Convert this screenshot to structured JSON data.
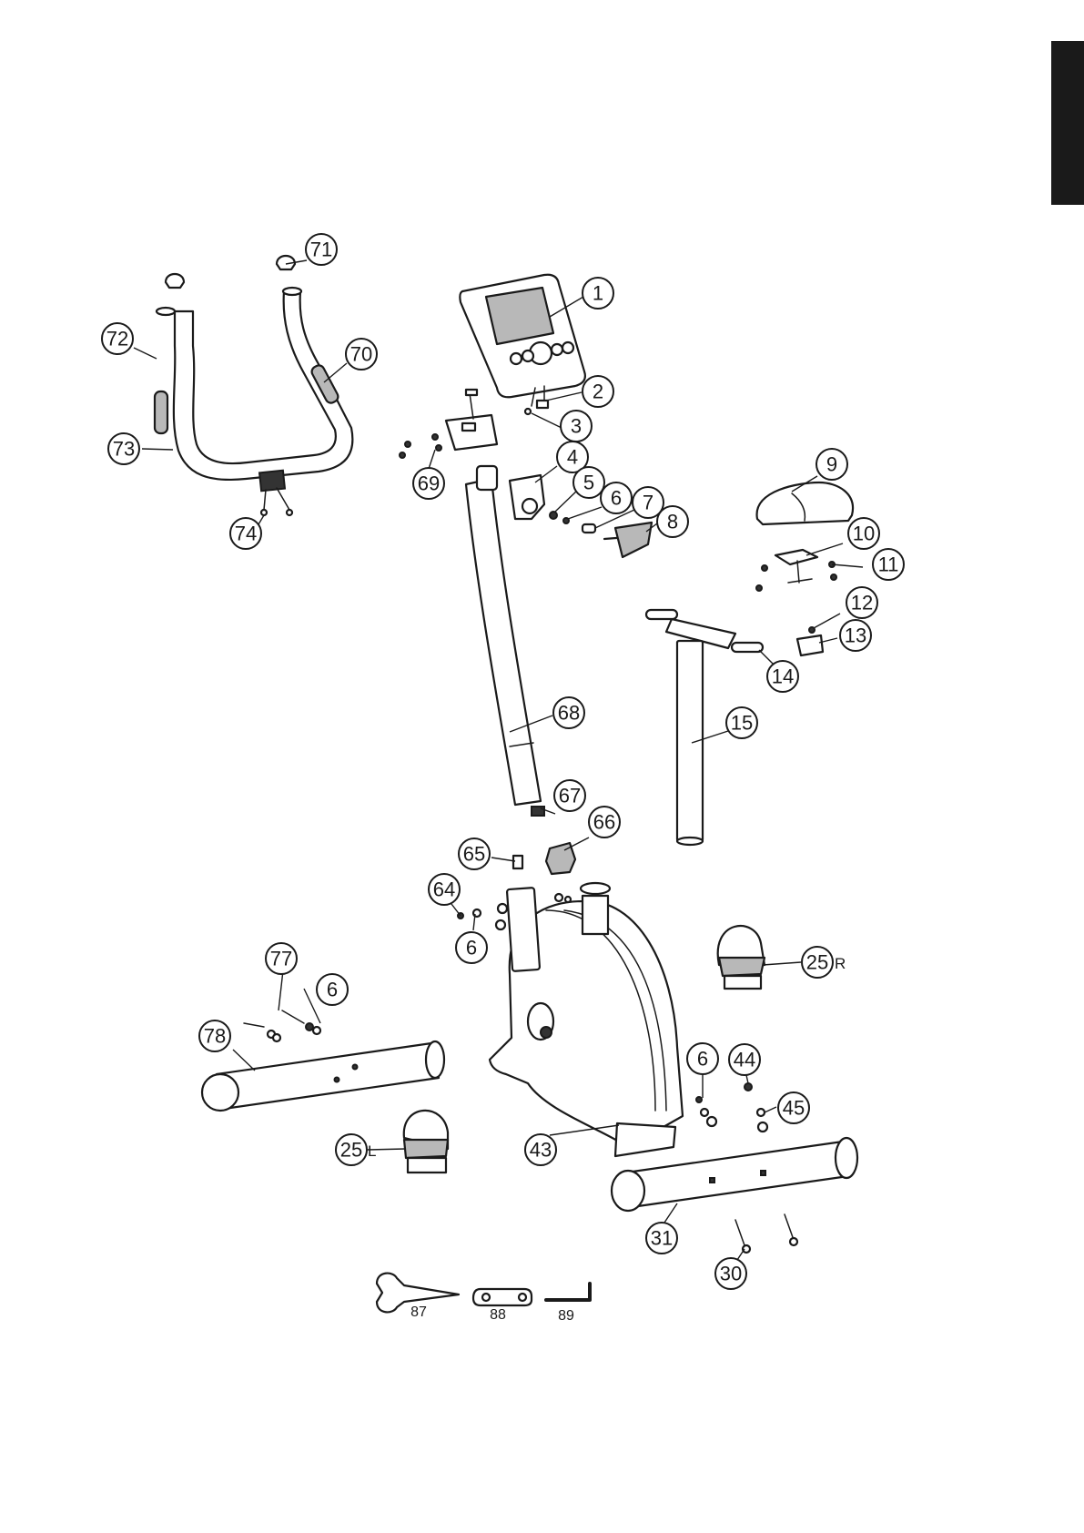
{
  "callouts": [
    {
      "id": "c1",
      "label": "1"
    },
    {
      "id": "c2",
      "label": "2"
    },
    {
      "id": "c3",
      "label": "3"
    },
    {
      "id": "c4",
      "label": "4"
    },
    {
      "id": "c5",
      "label": "5"
    },
    {
      "id": "c6a",
      "label": "6"
    },
    {
      "id": "c7",
      "label": "7"
    },
    {
      "id": "c8",
      "label": "8"
    },
    {
      "id": "c9",
      "label": "9"
    },
    {
      "id": "c10",
      "label": "10"
    },
    {
      "id": "c11",
      "label": "11"
    },
    {
      "id": "c12",
      "label": "12"
    },
    {
      "id": "c13",
      "label": "13"
    },
    {
      "id": "c14",
      "label": "14"
    },
    {
      "id": "c15",
      "label": "15"
    },
    {
      "id": "c25r",
      "label": "25"
    },
    {
      "id": "c25l",
      "label": "25"
    },
    {
      "id": "c30",
      "label": "30"
    },
    {
      "id": "c31",
      "label": "31"
    },
    {
      "id": "c43",
      "label": "43"
    },
    {
      "id": "c44",
      "label": "44"
    },
    {
      "id": "c45",
      "label": "45"
    },
    {
      "id": "c6b",
      "label": "6"
    },
    {
      "id": "c6c",
      "label": "6"
    },
    {
      "id": "c6d",
      "label": "6"
    },
    {
      "id": "c64",
      "label": "64"
    },
    {
      "id": "c65",
      "label": "65"
    },
    {
      "id": "c66",
      "label": "66"
    },
    {
      "id": "c67",
      "label": "67"
    },
    {
      "id": "c68",
      "label": "68"
    },
    {
      "id": "c69",
      "label": "69"
    },
    {
      "id": "c70",
      "label": "70"
    },
    {
      "id": "c71",
      "label": "71"
    },
    {
      "id": "c72",
      "label": "72"
    },
    {
      "id": "c73",
      "label": "73"
    },
    {
      "id": "c74",
      "label": "74"
    },
    {
      "id": "c77",
      "label": "77"
    },
    {
      "id": "c78",
      "label": "78"
    }
  ],
  "suffixes": {
    "right_pedal": "R",
    "left_pedal": "L"
  },
  "tools": [
    {
      "label": "87"
    },
    {
      "label": "88"
    },
    {
      "label": "89"
    }
  ]
}
